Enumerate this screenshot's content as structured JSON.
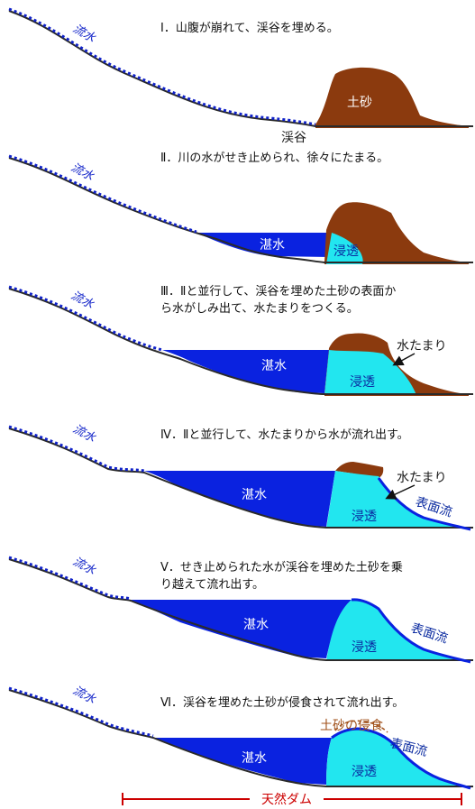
{
  "colors": {
    "sediment": "#8b3a0e",
    "water": "#0a22e0",
    "seepage": "#22e6ef",
    "ground": "#2a2a2a",
    "flow": "#1022c8",
    "dam": "#cc0000",
    "erosion": "#a0501a"
  },
  "stages": [
    {
      "caption_lines": [
        "Ⅰ．山腹が崩れて、渓谷を埋める。"
      ],
      "flow_label": "流水",
      "sediment_label": "土砂",
      "valley_label": "渓谷"
    },
    {
      "caption_lines": [
        "Ⅱ．川の水がせき止められ、徐々にたまる。"
      ],
      "flow_label": "流水",
      "reservoir_label": "湛水",
      "seepage_label": "浸透"
    },
    {
      "caption_lines": [
        "Ⅲ．Ⅱと並行して、渓谷を埋めた土砂の表面か",
        "ら水がしみ出て、水たまりをつくる。"
      ],
      "flow_label": "流水",
      "reservoir_label": "湛水",
      "seepage_label": "浸透",
      "pool_label": "水たまり"
    },
    {
      "caption_lines": [
        "Ⅳ．Ⅱと並行して、水たまりから水が流れ出す。"
      ],
      "flow_label": "流水",
      "reservoir_label": "湛水",
      "seepage_label": "浸透",
      "pool_label": "水たまり",
      "surface_flow_label": "表面流"
    },
    {
      "caption_lines": [
        "Ⅴ．せき止められた水が渓谷を埋めた土砂を乗",
        "り越えて流れ出す。"
      ],
      "flow_label": "流水",
      "reservoir_label": "湛水",
      "seepage_label": "浸透",
      "surface_flow_label": "表面流"
    },
    {
      "caption_lines": [
        "Ⅵ．渓谷を埋めた土砂が侵食されて流れ出す。"
      ],
      "flow_label": "流水",
      "reservoir_label": "湛水",
      "seepage_label": "浸透",
      "surface_flow_label": "表面流",
      "erosion_label": "土砂の侵食"
    }
  ],
  "dam_label": "天然ダム"
}
